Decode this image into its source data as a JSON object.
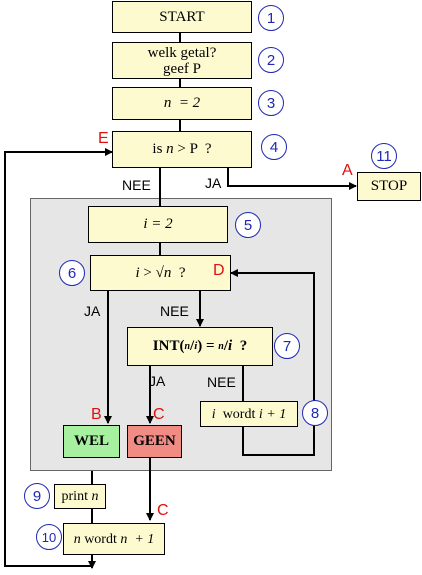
{
  "colors": {
    "box_fill": "#fdfad0",
    "wel_fill": "#a6f0a0",
    "geen_fill": "#f08c84",
    "loop_region": "#e6e6e6",
    "number_ring": "#1e28b4",
    "point_label": "#e01010"
  },
  "nodes": {
    "start": "START",
    "ask_line1": "welk getal?",
    "ask_line2": "geef P",
    "init_n": "n  = 2",
    "test_n_var": "n",
    "test_n_pre": "is ",
    "test_n_post": " > P  ?",
    "stop": "STOP",
    "init_i": "i = 2",
    "test_i_var_i": "i",
    "test_i_mid": " > √",
    "test_i_var_n": "n",
    "test_i_post": "  ?",
    "int_pre": "INT(",
    "int_sup": "n",
    "int_sub": "i",
    "int_mid": ") = ",
    "int_post": "  ?",
    "incr_i_pre": "i",
    "incr_i_mid": "  wordt ",
    "incr_i_post": "i + 1",
    "wel": "WEL",
    "geen": "GEEN",
    "print_pre": "print ",
    "print_var": "n",
    "incr_n_pre": "n",
    "incr_n_mid": " wordt ",
    "incr_n_post": "n  + 1"
  },
  "numbers": [
    "1",
    "2",
    "3",
    "4",
    "5",
    "6",
    "7",
    "8",
    "9",
    "10",
    "11"
  ],
  "branch_labels": {
    "nee_1": "NEE",
    "ja_1": "JA",
    "ja_2": "JA",
    "nee_2": "NEE",
    "ja_3": "JA",
    "nee_3": "NEE"
  },
  "point_labels": {
    "e": "E",
    "a": "A",
    "d": "D",
    "b": "B",
    "c1": "C",
    "c2": "C"
  }
}
